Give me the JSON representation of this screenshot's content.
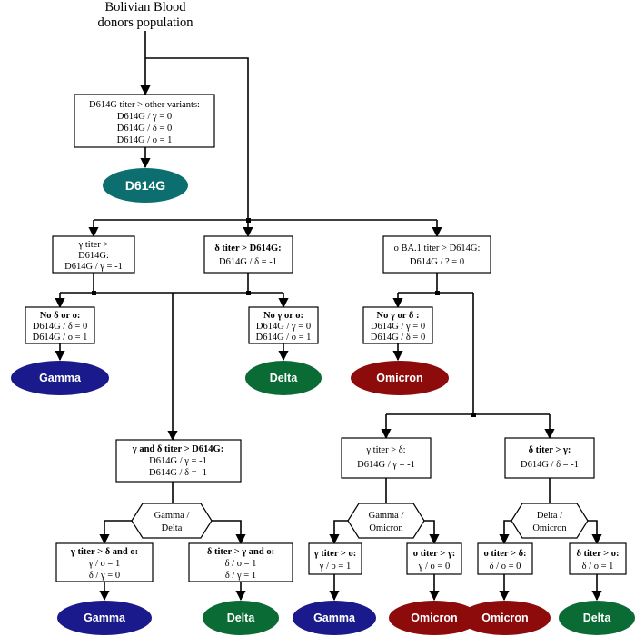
{
  "title": {
    "line1": "Bolivian Blood",
    "line2": "donors population"
  },
  "colors": {
    "teal": "#0c6e6e",
    "gamma": "#1a1a8c",
    "delta": "#0a6b35",
    "omicron": "#8e0b0b"
  },
  "boxes": {
    "root": {
      "line1": "D614G titer > other variants:",
      "line2": "D614G / γ = 0",
      "line3": "D614G / δ = 0",
      "line4": "D614G / o = 1"
    },
    "gamma_gt": {
      "line1": "γ titer >",
      "line2": "D614G:",
      "line3": "D614G / γ = -1"
    },
    "delta_gt": {
      "line1": "δ titer > D614G:",
      "line2": "D614G / δ = -1"
    },
    "omicron_gt": {
      "line1": "o BA.1 titer > D614G:",
      "line2": "D614G / ? = 0"
    },
    "no_delta_o": {
      "line1": "No δ or o:",
      "line2": "D614G / δ = 0",
      "line3": "D614G / o = 1"
    },
    "no_gamma_o": {
      "line1": "No γ or o:",
      "line2": "D614G / γ = 0",
      "line3": "D614G / o = 1"
    },
    "no_gamma_delta": {
      "line1": "No γ or δ :",
      "line2": "D614G / γ = 0",
      "line3": "D614G / δ = 0"
    },
    "gamma_and_delta": {
      "line1": "γ and δ titer > D614G:",
      "line2": "D614G / γ = -1",
      "line3": "D614G / δ = -1"
    },
    "gamma_gt_delta": {
      "line1": "γ titer >   δ:",
      "line2": "D614G / γ = -1"
    },
    "delta_gt_gamma": {
      "line1": "δ titer > γ:",
      "line2": "D614G / δ = -1"
    },
    "gamma_gt_delta_o": {
      "line1": "γ titer > δ and o:",
      "line2": "γ / o = 1",
      "line3": "δ / γ = 0"
    },
    "delta_gt_gamma_o": {
      "line1": "δ titer > γ and o:",
      "line2": "δ / o = 1",
      "line3": "δ / γ = 1"
    },
    "gamma_gt_o": {
      "line1": "γ titer > o:",
      "line2": "γ / o = 1"
    },
    "o_gt_gamma": {
      "line1": "o titer > γ:",
      "line2": "γ / o = 0"
    },
    "o_gt_delta": {
      "line1": "o titer > δ:",
      "line2": "δ / o = 0"
    },
    "delta_gt_o": {
      "line1": "δ titer > o:",
      "line2": "δ / o = 1"
    }
  },
  "hexes": {
    "gamma_delta": {
      "line1": "Gamma /",
      "line2": "Delta"
    },
    "gamma_omicron": {
      "line1": "Gamma /",
      "line2": "Omicron"
    },
    "delta_omicron": {
      "line1": "Delta /",
      "line2": "Omicron"
    }
  },
  "outcomes": {
    "d614g": "D614G",
    "gamma_1": "Gamma",
    "delta_1": "Delta",
    "omicron_1": "Omicron",
    "gamma_2": "Gamma",
    "delta_2": "Delta",
    "gamma_3": "Gamma",
    "omicron_2": "Omicron",
    "omicron_3": "Omicron",
    "delta_3": "Delta"
  }
}
